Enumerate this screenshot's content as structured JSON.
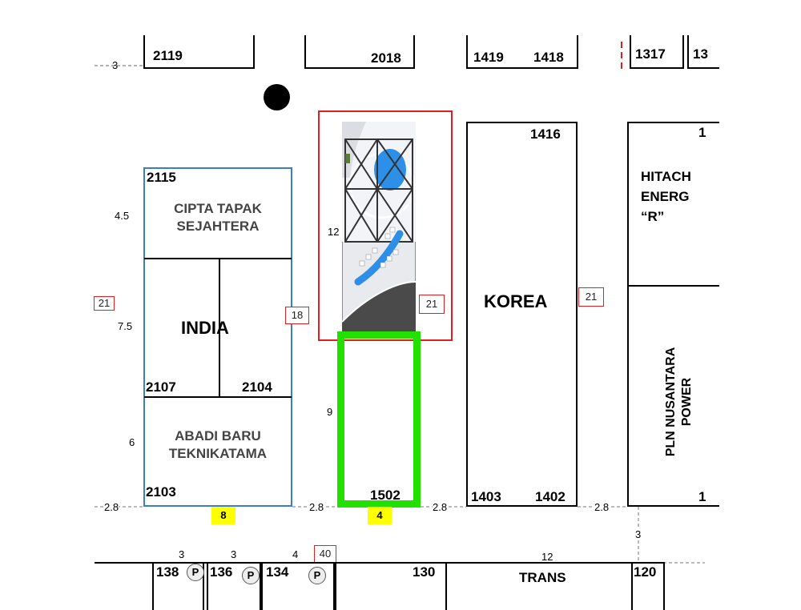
{
  "top_row": {
    "b2119": "2119",
    "b2018": "2018",
    "b1419": "1419",
    "b1418": "1418",
    "b1317": "1317",
    "b13_partial": "13"
  },
  "booths": {
    "b2115": "2115",
    "cipta": "CIPTA TAPAK\nSEJAHTERA",
    "india": "INDIA",
    "b2107": "2107",
    "b2104": "2104",
    "abadi": "ABADI BARU\nTEKNIKATAMA",
    "b2103": "2103",
    "b1502": "1502",
    "b1416": "1416",
    "korea": "KOREA",
    "b1403": "1403",
    "b1402": "1402",
    "hitachi": "HITACH\nENERG\n“R”",
    "hitachi_num": "1",
    "pln": "PLN NUSANTARA\nPOWER",
    "pln_num": "1"
  },
  "bottom_row": {
    "b138": "138",
    "b136": "136",
    "b134": "134",
    "b130": "130",
    "b120": "120",
    "trans_partial": "TRANS",
    "p1": "P",
    "p2": "P",
    "p3": "P"
  },
  "dimensions": {
    "top_3": "3",
    "d45": "4.5",
    "d75": "7.5",
    "d6": "6",
    "d12": "12",
    "d9": "9",
    "aisle_28_a": "2.8",
    "aisle_28_b": "2.8",
    "aisle_28_c": "2.8",
    "aisle_28_d": "2.8",
    "bot_3a": "3",
    "bot_3b": "3",
    "bot_4": "4",
    "bot_12": "12",
    "right_3": "3"
  },
  "aisle_tags": {
    "t21_left": "21",
    "t18": "18",
    "t21_mid": "21",
    "t21_right": "21",
    "t40": "40"
  },
  "yellow_tags": {
    "y8": "8",
    "y4": "4"
  },
  "colors": {
    "highlight_red": "#e02020",
    "highlight_green": "#22e000",
    "booth_blue": "#3a7fc4",
    "tag_yellow": "#ffff00",
    "render_blue": "#2e8fe8"
  }
}
